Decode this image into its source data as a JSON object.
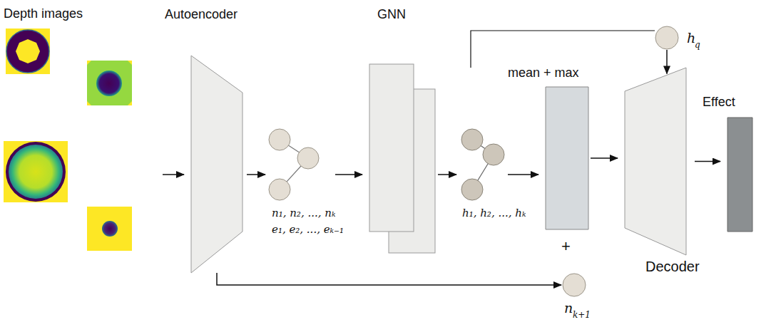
{
  "diagram": {
    "nodes": [
      {
        "text": [
          "Autoencoder"
        ]
      },
      {
        "text": [
          "GNN"
        ]
      },
      {
        "text": [
          "mean + max"
        ]
      },
      {
        "text": [
          "Decoder"
        ]
      },
      {
        "text": [
          "Effect"
        ]
      },
      {
        "text": [
          "h",
          "q"
        ]
      },
      {
        "text": [
          "n",
          "k+1"
        ]
      }
    ],
    "edges": [
      {
        "from": 0,
        "to": 6,
        "arrow": "to"
      },
      {
        "from": 2,
        "to": 3,
        "arrow": "to"
      },
      {
        "from": 3,
        "to": 4,
        "arrow": "to"
      },
      {
        "from": 5,
        "to": 3,
        "arrow": "to"
      }
    ],
    "labels": [
      "Depth images",
      "n₁, n₂, ..., nₖ",
      "e₁, e₂, ..., eₖ₋₁",
      "h₁, h₂, ..., hₖ",
      "+"
    ]
  }
}
